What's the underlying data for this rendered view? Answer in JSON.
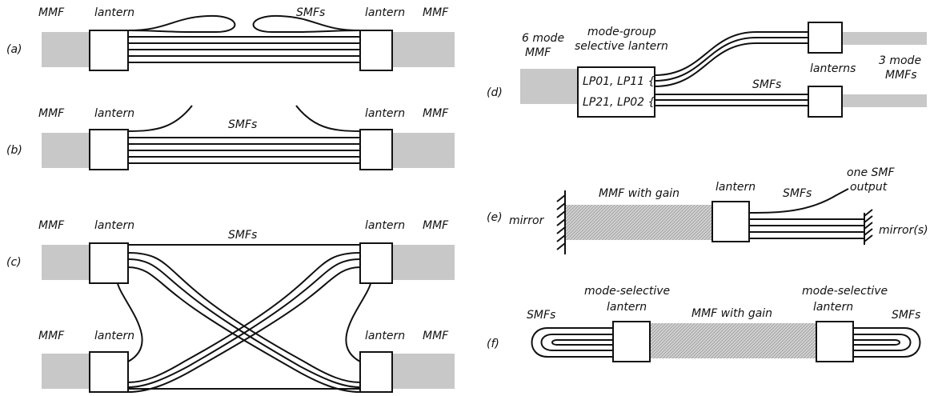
{
  "panels": {
    "a": {
      "tag": "(a)",
      "mmf_left": "MMF",
      "lantern_left": "lantern",
      "smfs": "SMFs",
      "lantern_right": "lantern",
      "mmf_right": "MMF"
    },
    "b": {
      "tag": "(b)",
      "mmf_left": "MMF",
      "lantern_left": "lantern",
      "smfs": "SMFs",
      "lantern_right": "lantern",
      "mmf_right": "MMF"
    },
    "c": {
      "tag": "(c)",
      "mmf_top_left": "MMF",
      "lantern_top_left": "lantern",
      "smfs": "SMFs",
      "lantern_top_right": "lantern",
      "mmf_top_right": "MMF",
      "mmf_bot_left": "MMF",
      "lantern_bot_left": "lantern",
      "lantern_bot_right": "lantern",
      "mmf_bot_right": "MMF"
    },
    "d": {
      "tag": "(d)",
      "mmf_6_line1": "6 mode",
      "mmf_6_line2": "MMF",
      "mgsl_line1": "mode-group",
      "mgsl_line2": "selective lantern",
      "lp_row1": "LP01, LP11 {",
      "lp_row2": "LP21, LP02 {",
      "smfs": "SMFs",
      "lanterns": "lanterns",
      "mmf_3_line1": "3 mode",
      "mmf_3_line2": "MMFs"
    },
    "e": {
      "tag": "(e)",
      "mirror": "mirror",
      "mmf_gain": "MMF with gain",
      "lantern": "lantern",
      "smfs": "SMFs",
      "one_smf_line1": "one SMF",
      "one_smf_line2": "output",
      "mirrors": "mirror(s)"
    },
    "f": {
      "tag": "(f)",
      "smfs_left": "SMFs",
      "msl_left_line1": "mode-selective",
      "msl_left_line2": "lantern",
      "mmf_gain": "MMF with gain",
      "msl_right_line1": "mode-selective",
      "msl_right_line2": "lantern",
      "smfs_right": "SMFs"
    }
  },
  "colors": {
    "mmf_fill": "#c8c8c8",
    "ink": "#111111"
  }
}
